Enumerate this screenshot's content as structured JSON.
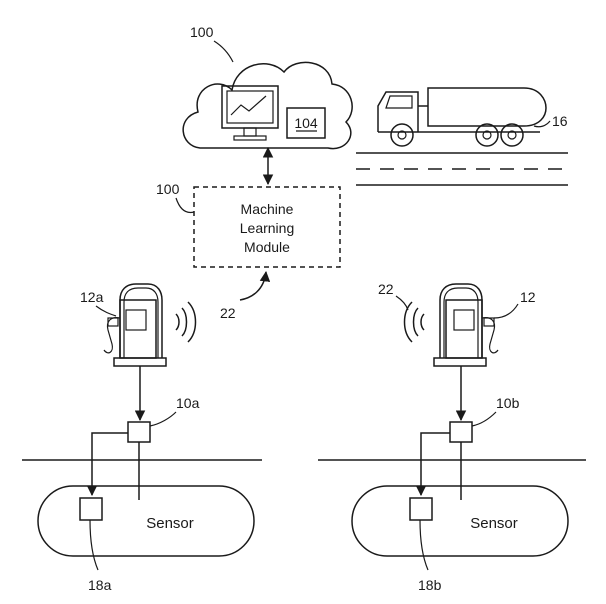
{
  "labels": {
    "cloud_ref": "100",
    "module_ref": "100",
    "server_ref": "104",
    "truck_ref": "16",
    "pump_left_ref": "12a",
    "pump_right_ref": "12",
    "signal_left_ref": "22",
    "signal_right_ref": "22",
    "sensor_left_ref": "10a",
    "sensor_right_ref": "10b",
    "tank_sensor_left_ref": "18a",
    "tank_sensor_right_ref": "18b"
  },
  "module": {
    "line1": "Machine",
    "line2": "Learning",
    "line3": "Module"
  },
  "tanks": {
    "left_label": "Sensor",
    "right_label": "Sensor"
  }
}
